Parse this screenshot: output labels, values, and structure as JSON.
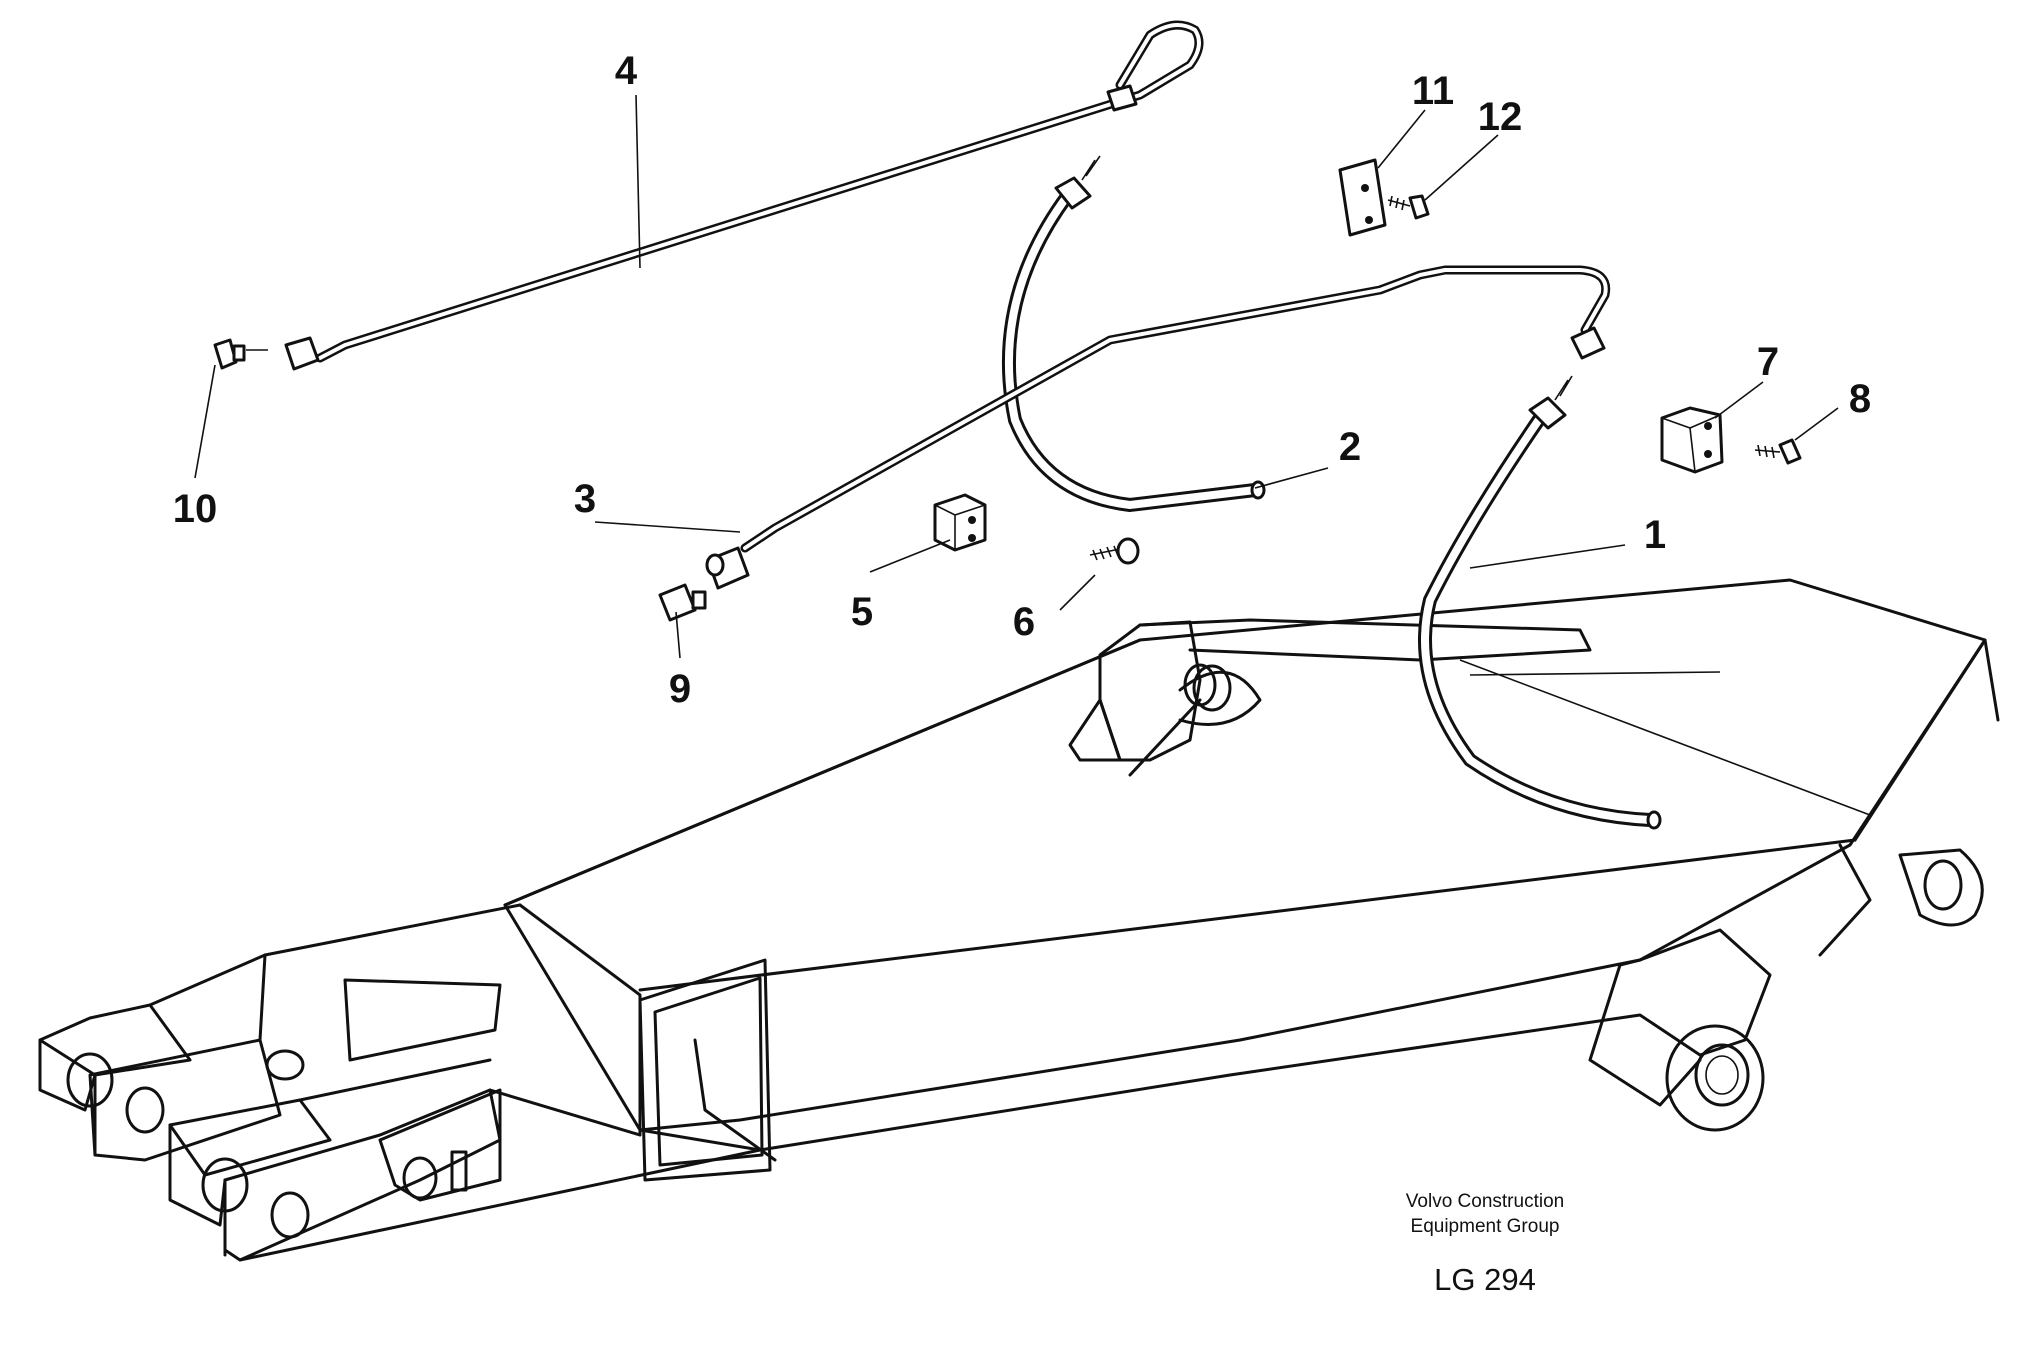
{
  "diagram": {
    "callouts": [
      "1",
      "2",
      "3",
      "4",
      "5",
      "6",
      "7",
      "8",
      "9",
      "10",
      "11",
      "12"
    ],
    "footer": {
      "company_line1": "Volvo Construction",
      "company_line2": "Equipment Group",
      "drawing_code": "LG 294"
    }
  }
}
